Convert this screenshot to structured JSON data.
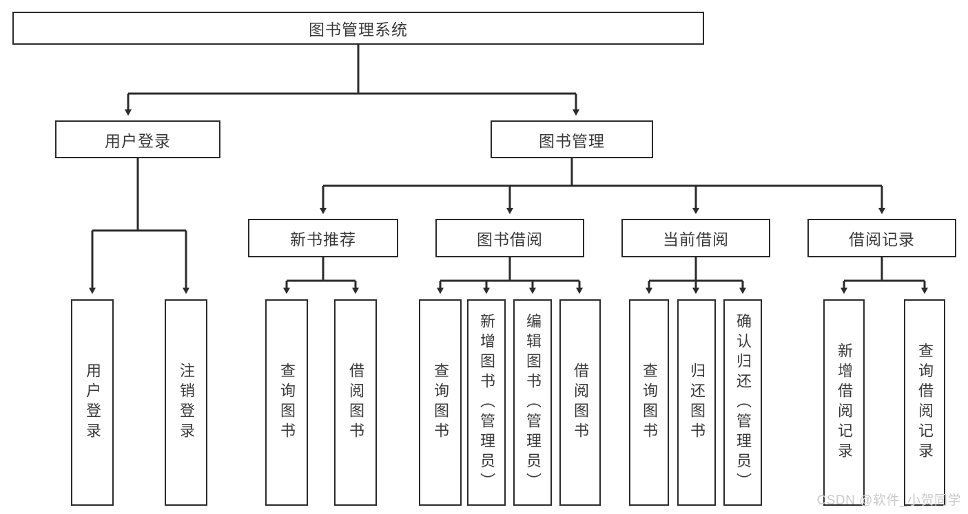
{
  "diagram": {
    "title": "图书管理系统",
    "root": {
      "id": "root",
      "label": "图书管理系统"
    },
    "level2": [
      {
        "id": "user-login",
        "label": "用户登录"
      },
      {
        "id": "book-manage",
        "label": "图书管理"
      }
    ],
    "level3": [
      {
        "id": "new-book-recommend",
        "label": "新书推荐"
      },
      {
        "id": "book-borrow",
        "label": "图书借阅"
      },
      {
        "id": "current-borrow",
        "label": "当前借阅"
      },
      {
        "id": "borrow-record",
        "label": "借阅记录"
      }
    ],
    "leaves": {
      "user_login": [
        {
          "id": "leaf-user-login",
          "label": "用户登录"
        },
        {
          "id": "leaf-logout-login",
          "label": "注销登录"
        }
      ],
      "new_book_recommend": [
        {
          "id": "leaf-query-book-1",
          "label": "查询图书"
        },
        {
          "id": "leaf-borrow-book-1",
          "label": "借阅图书"
        }
      ],
      "book_borrow": [
        {
          "id": "leaf-query-book-2",
          "label": "查询图书"
        },
        {
          "id": "leaf-add-book",
          "label": "新增图书（管理员）"
        },
        {
          "id": "leaf-edit-book",
          "label": "编辑图书（管理员）"
        },
        {
          "id": "leaf-borrow-book-2",
          "label": "借阅图书"
        }
      ],
      "current_borrow": [
        {
          "id": "leaf-query-book-3",
          "label": "查询图书"
        },
        {
          "id": "leaf-return-book",
          "label": "归还图书"
        },
        {
          "id": "leaf-confirm-return",
          "label": "确认归还（管理员）"
        }
      ],
      "borrow_record": [
        {
          "id": "leaf-add-record",
          "label": "新增借阅记录"
        },
        {
          "id": "leaf-query-record",
          "label": "查询借阅记录"
        }
      ]
    }
  },
  "watermark": {
    "text": "CSDN @软件_小贺同学"
  },
  "colors": {
    "stroke": "#2b2b2b",
    "text": "#3a3a3a",
    "background": "#ffffff",
    "watermark": "#c9c9c9"
  }
}
